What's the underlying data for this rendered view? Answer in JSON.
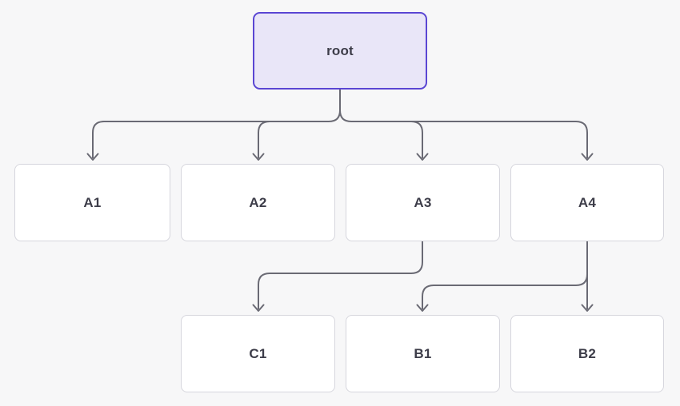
{
  "diagram": {
    "type": "tree-flowchart",
    "nodes": {
      "root": {
        "label": "root"
      },
      "a1": {
        "label": "A1"
      },
      "a2": {
        "label": "A2"
      },
      "a3": {
        "label": "A3"
      },
      "a4": {
        "label": "A4"
      },
      "c1": {
        "label": "C1"
      },
      "b1": {
        "label": "B1"
      },
      "b2": {
        "label": "B2"
      }
    },
    "edges": [
      {
        "from": "root",
        "to": "A1"
      },
      {
        "from": "root",
        "to": "A2"
      },
      {
        "from": "root",
        "to": "A3"
      },
      {
        "from": "root",
        "to": "A4"
      },
      {
        "from": "A3",
        "to": "C1"
      },
      {
        "from": "A4",
        "to": "B1"
      },
      {
        "from": "A4",
        "to": "B2"
      }
    ],
    "colors": {
      "background": "#f7f7f8",
      "root_fill": "#e9e6f8",
      "root_border": "#5a46d3",
      "node_fill": "#ffffff",
      "node_border": "#d6d6dd",
      "edge": "#6a6a74",
      "text": "#3d3d49"
    }
  }
}
